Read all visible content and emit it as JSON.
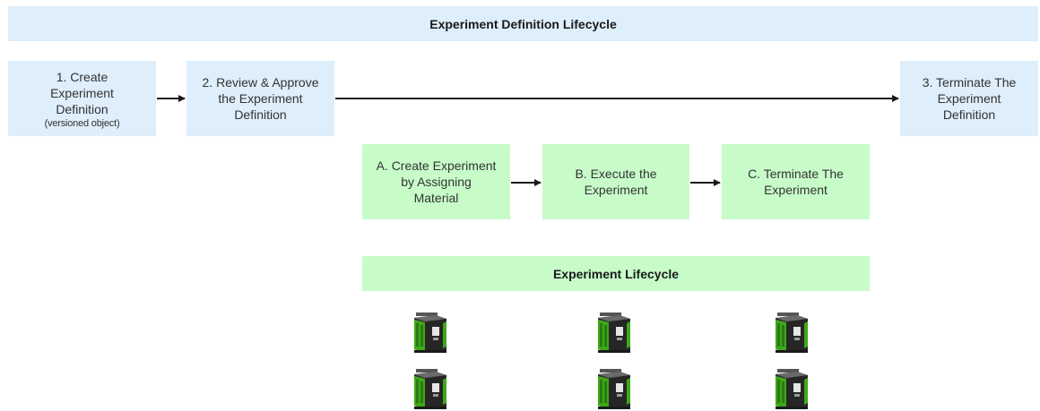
{
  "diagram": {
    "def_lifecycle_title": "Experiment Definition Lifecycle",
    "exp_lifecycle_title": "Experiment Lifecycle",
    "steps": {
      "create": {
        "line1": "1.   Create",
        "line2": "Experiment",
        "line3": "Definition",
        "note": "(versioned object)"
      },
      "review": {
        "line1": "2. Review & Approve",
        "line2": "the Experiment",
        "line3": "Definition"
      },
      "terminate_def": {
        "line1": "3. Terminate The",
        "line2": "Experiment",
        "line3": "Definition"
      },
      "create_exp": {
        "line1": "A. Create Experiment",
        "line2": "by Assigning",
        "line3": "Material"
      },
      "execute": {
        "line1": "B. Execute the",
        "line2": "Experiment"
      },
      "terminate_exp": {
        "line1": "C. Terminate The",
        "line2": "Experiment"
      }
    },
    "device_icon": "lab-instrument-icon",
    "colors": {
      "definition_box": "#deeefb",
      "experiment_box": "#c7fcc9",
      "arrow": "#1a1a1a",
      "device_body": "#3a3a3a",
      "device_accent": "#3fa81a"
    }
  }
}
